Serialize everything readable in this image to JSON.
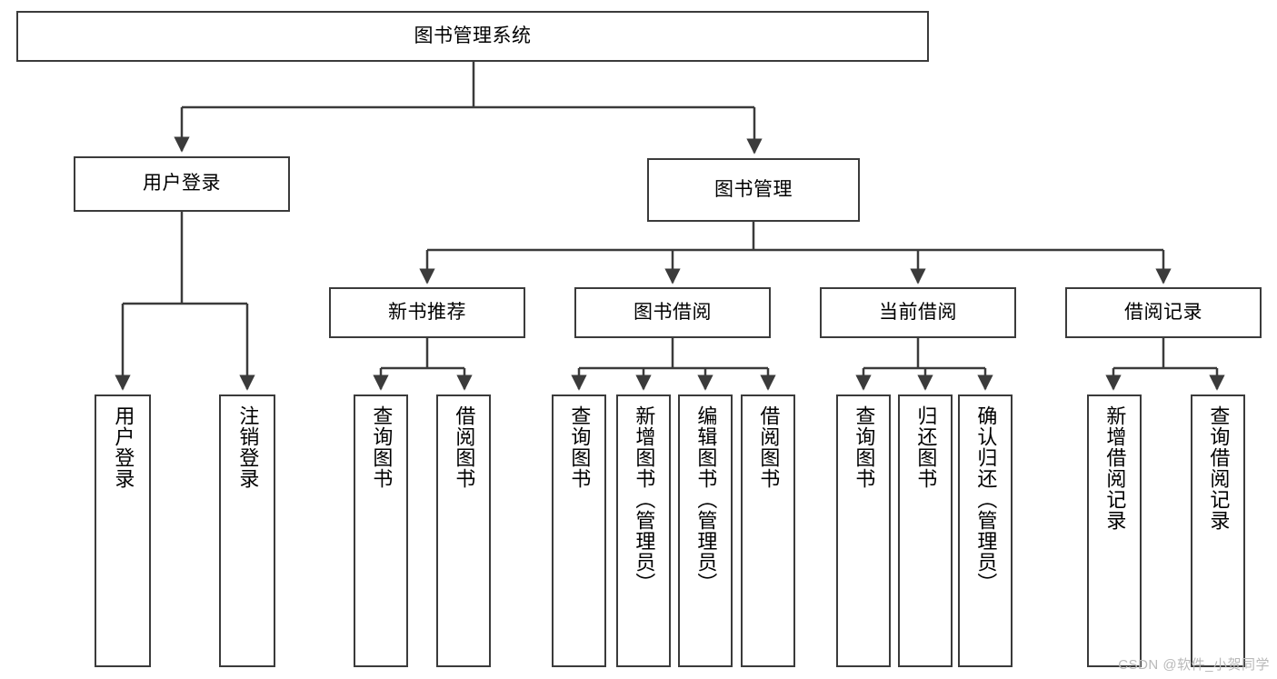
{
  "diagram": {
    "type": "tree-hierarchy",
    "title": "图书管理系统",
    "orientation": "top-down",
    "watermark": "CSDN @软件_小贺同学",
    "colors": {
      "background": "#ffffff",
      "box_border": "#3b3b3b",
      "box_fill": "#ffffff",
      "connector": "#3b3b3b",
      "text": "#000000",
      "watermark": "#b9b9b9"
    },
    "root": {
      "label": "图书管理系统"
    },
    "level2": [
      {
        "label": "用户登录"
      },
      {
        "label": "图书管理"
      }
    ],
    "level3": [
      {
        "label": "新书推荐"
      },
      {
        "label": "图书借阅"
      },
      {
        "label": "当前借阅"
      },
      {
        "label": "借阅记录"
      }
    ],
    "leaves": {
      "user_login": [
        {
          "label": "用户登录"
        },
        {
          "label": "注销登录"
        }
      ],
      "new_book_recommend": [
        {
          "label": "查询图书"
        },
        {
          "label": "借阅图书"
        }
      ],
      "book_borrow": [
        {
          "label": "查询图书"
        },
        {
          "label": "新增图书（管理员）"
        },
        {
          "label": "编辑图书（管理员）"
        },
        {
          "label": "借阅图书"
        }
      ],
      "current_borrow": [
        {
          "label": "查询图书"
        },
        {
          "label": "归还图书"
        },
        {
          "label": "确认归还（管理员）"
        }
      ],
      "borrow_record": [
        {
          "label": "新增借阅记录"
        },
        {
          "label": "查询借阅记录"
        }
      ]
    }
  }
}
